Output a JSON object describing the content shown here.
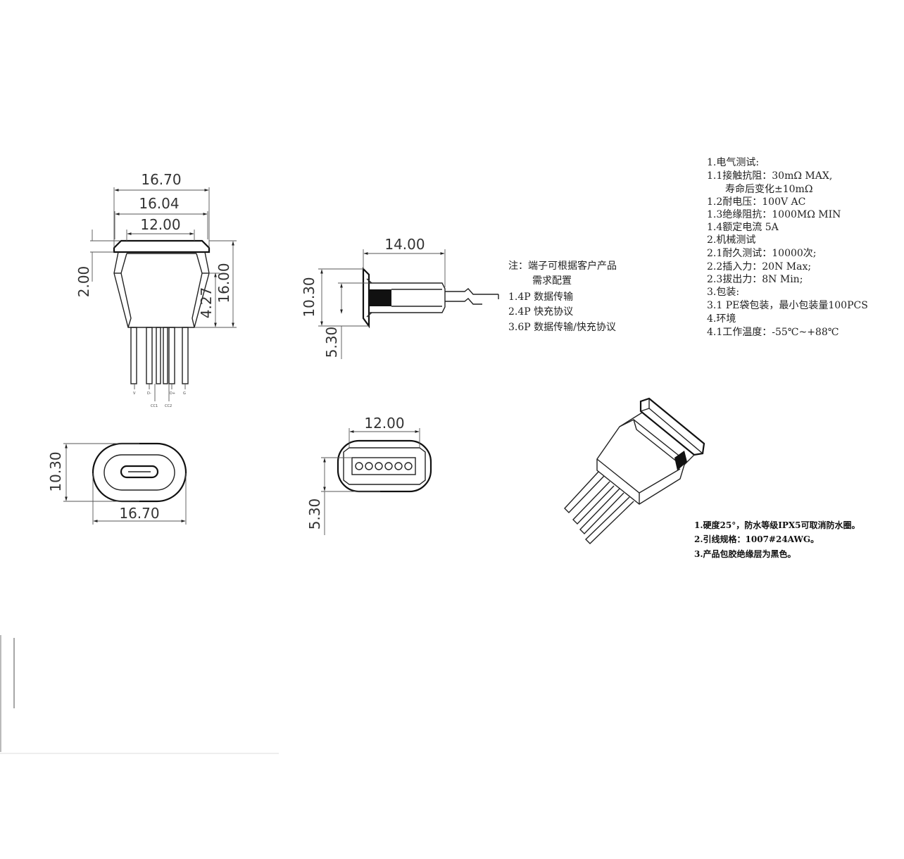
{
  "front_view": {
    "dims": [
      "16.70",
      "16.04",
      "12.00",
      "2.00",
      "4.27",
      "16.00"
    ],
    "pin_labels": [
      "V",
      "D-",
      "D+",
      "G"
    ],
    "pin_sub_labels": [
      "CC1",
      "CC2"
    ]
  },
  "side_view": {
    "dims": [
      "14.00",
      "10.30",
      "5.30"
    ]
  },
  "end_view": {
    "dims": [
      "10.30",
      "16.70"
    ]
  },
  "pin_view": {
    "dims": [
      "12.00",
      "5.30"
    ]
  },
  "config_notes": [
    "注：端子可根据客户产品",
    "需求配置",
    "1.4P  数据传输",
    "2.4P  快充协议",
    "3.6P  数据传输/快充协议"
  ],
  "spec_notes": [
    "1.电气测试:",
    "1.1接触抗阻：30mΩ  MAX,",
    "寿命后变化±10mΩ",
    "1.2耐电压：100V AC",
    "1.3绝缘阻抗：1000MΩ  MIN",
    "1.4额定电流  5A",
    "2.机械测试",
    "2.1耐久测试：10000次;",
    "2.2插入力：20N Max;",
    "2.3拔出力：8N Min;",
    "3.包装:",
    "3.1  PE袋包装，最小包装量100PCS",
    "4.环境",
    "4.1工作温度：-55℃~+88℃"
  ],
  "product_notes": [
    "1.硬度25°，防水等级IPX5可取消防水圈。",
    "2.引线规格：1007#24AWG。",
    "3.产品包胶绝缘层为黑色。"
  ]
}
